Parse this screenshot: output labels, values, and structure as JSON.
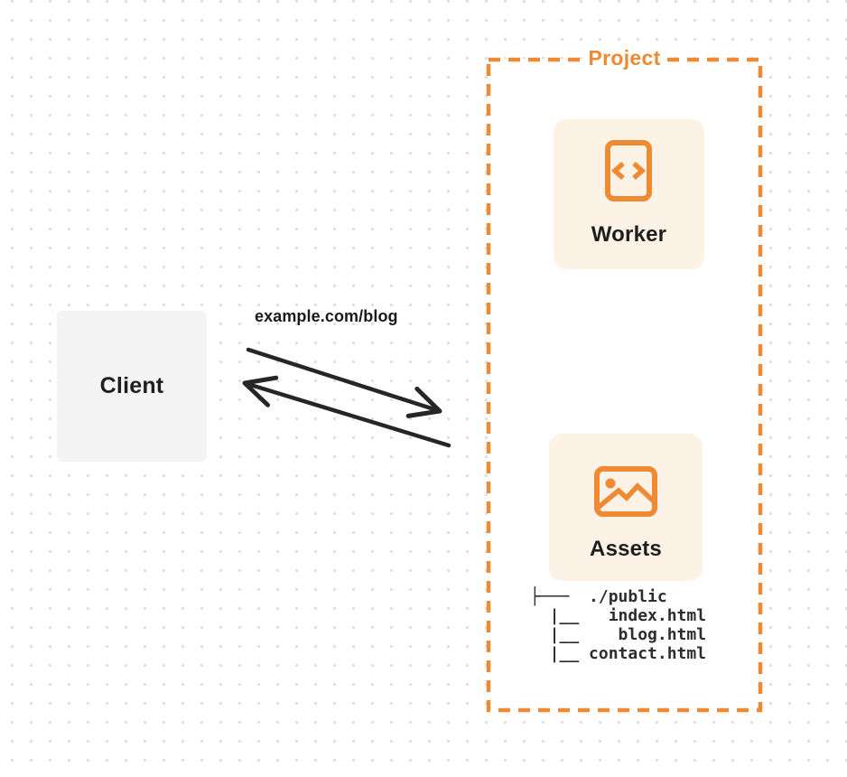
{
  "palette": {
    "orange": "#EE8A33",
    "card-bg": "#FDF2E6",
    "client-bg": "#F4F4F5",
    "ink": "#262626",
    "tree-ink": "#2D2D2D",
    "dot": "#DCDCDC"
  },
  "client": {
    "label": "Client"
  },
  "request": {
    "label": "example.com/blog"
  },
  "project": {
    "title": "Project",
    "cards": {
      "worker": {
        "label": "Worker",
        "icon": "code-file-icon"
      },
      "assets": {
        "label": "Assets",
        "icon": "image-icon"
      }
    },
    "file_tree": {
      "lines": [
        "├───  ./public",
        "  |__   index.html",
        "  |__    blog.html",
        "  |__ contact.html"
      ]
    }
  }
}
